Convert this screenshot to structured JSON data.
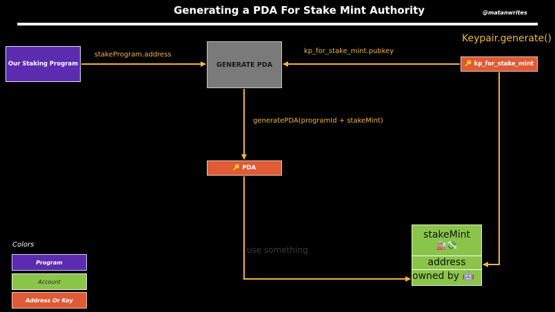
{
  "title": "Generating a PDA For Stake Mint Authority",
  "handle": "@matanwrites",
  "nodes": {
    "program": "Our Staking Program",
    "generate": "GENERATE PDA",
    "keypair": "🔑 kp_for_stake_mint",
    "pda": "🔑 PDA",
    "keypair_generate": "Keypair.generate()"
  },
  "edges": {
    "program_to_generate": "stakeProgram.address",
    "keypair_to_generate": "kp_for_stake_mint.pubkey",
    "generate_to_pda": "generatePDA(programId + stakeMint)"
  },
  "account": {
    "title": "stakeMint",
    "emoji": "🏭💸",
    "row_address": "address",
    "row_owned": "owned by 🤖"
  },
  "ghost_text": "use something",
  "legend": {
    "label": "Colors",
    "items": [
      "Program",
      "Account",
      "Address Or Key"
    ]
  },
  "colors": {
    "program": "#5b2bb0",
    "account": "#8ac54a",
    "key": "#e05a35",
    "generate": "#7a7a7a",
    "arrow": "#f2b63c"
  }
}
